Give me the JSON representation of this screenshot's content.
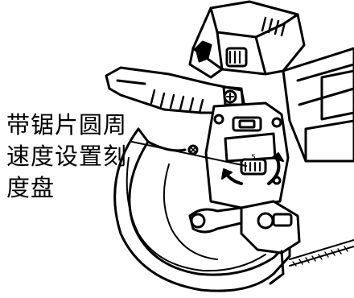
{
  "callout": {
    "lines": [
      "带锯片圆周",
      "速度设置刻",
      "度盘"
    ]
  },
  "colors": {
    "ink": "#000000",
    "paper": "#ffffff"
  },
  "icons": [
    "speed-dial-icon",
    "rotation-arrow-icon",
    "screw-icon"
  ]
}
